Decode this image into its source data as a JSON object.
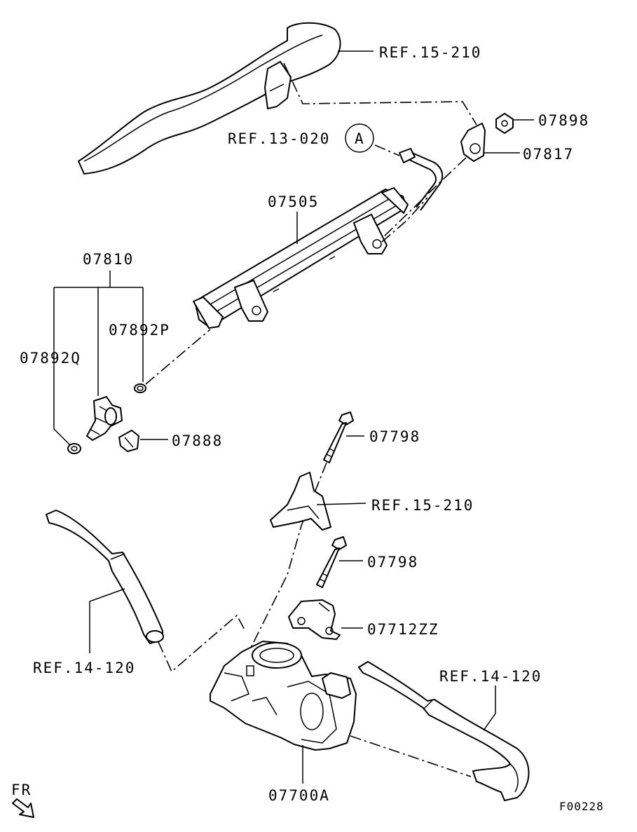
{
  "labels": {
    "ref_15_210_top": "REF.15-210",
    "p07898": "07898",
    "ref_13_020": "REF.13-020",
    "circle_a": "A",
    "p07817": "07817",
    "p07505": "07505",
    "p07810": "07810",
    "p07892p": "07892P",
    "p07892q": "07892Q",
    "p07888": "07888",
    "p07798_top": "07798",
    "ref_15_210_mid": "REF.15-210",
    "p07798_bottom": "07798",
    "p07712zz": "07712ZZ",
    "ref_14_120_left": "REF.14-120",
    "ref_14_120_right": "REF.14-120",
    "p07700a": "07700A",
    "fr": "FR",
    "figure_code": "F00228"
  }
}
